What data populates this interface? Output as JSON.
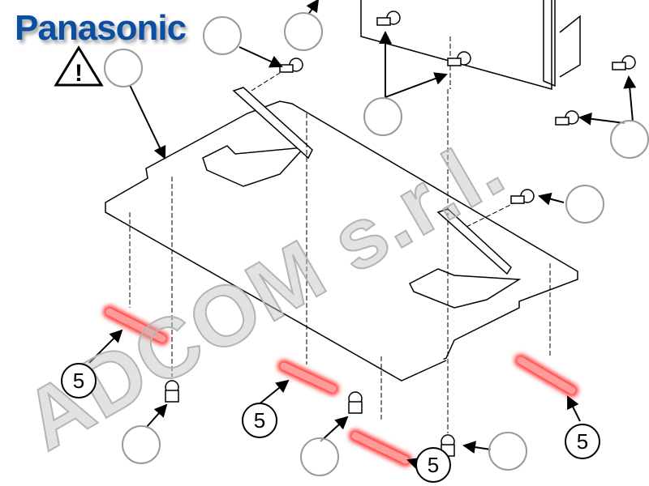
{
  "logo": {
    "text": "Panasonic"
  },
  "watermark": {
    "text": "ADCOM s.r.l."
  },
  "warning": {
    "icon": "warning-triangle-icon",
    "symbol": "!"
  },
  "callouts": [
    {
      "label": "5"
    },
    {
      "label": "5"
    },
    {
      "label": "5"
    },
    {
      "label": "5"
    }
  ],
  "colors": {
    "highlight": "#ff3030",
    "logo": "#0b4ea2"
  }
}
